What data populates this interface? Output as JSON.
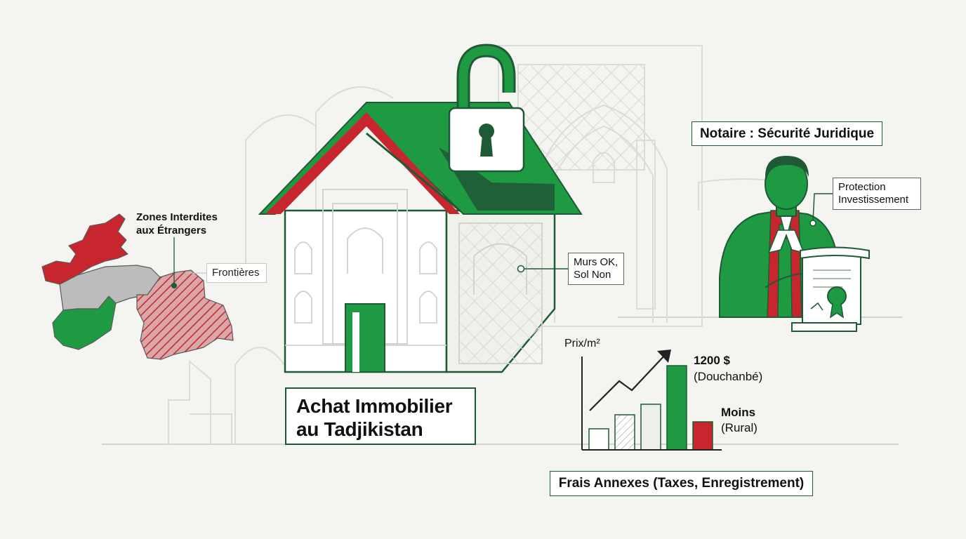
{
  "title": {
    "line1": "Achat Immobilier",
    "line2": "au Tadjikistan"
  },
  "notaire": {
    "label": "Notaire : Sécurité Juridique"
  },
  "protection": {
    "line1": "Protection",
    "line2": "Investissement"
  },
  "walls": {
    "line1": "Murs OK,",
    "line2": "Sol Non"
  },
  "map": {
    "zones_line1": "Zones Interdites",
    "zones_line2": "aux Étrangers",
    "borders": "Frontières"
  },
  "price": {
    "axis_label": "Prix/m²",
    "top_value": "1200 $",
    "top_place": "(Douchanbé)",
    "low_value": "Moins",
    "low_place": "(Rural)"
  },
  "fees": {
    "label": "Frais Annexes (Taxes, Enregistrement)"
  },
  "chart_data": {
    "type": "bar",
    "categories": [
      "",
      "",
      "",
      "",
      ""
    ],
    "values": [
      300,
      500,
      650,
      1200,
      400
    ],
    "ylabel": "Prix/m²",
    "ylim": [
      0,
      1400
    ],
    "annotations": [
      "1200 $ (Douchanbé)",
      "Moins (Rural)"
    ]
  },
  "colors": {
    "green": "#1e9a42",
    "dark_green": "#1f5a37",
    "red": "#c8262f",
    "grey": "#bcbcbc",
    "background": "#f4f4f1"
  }
}
